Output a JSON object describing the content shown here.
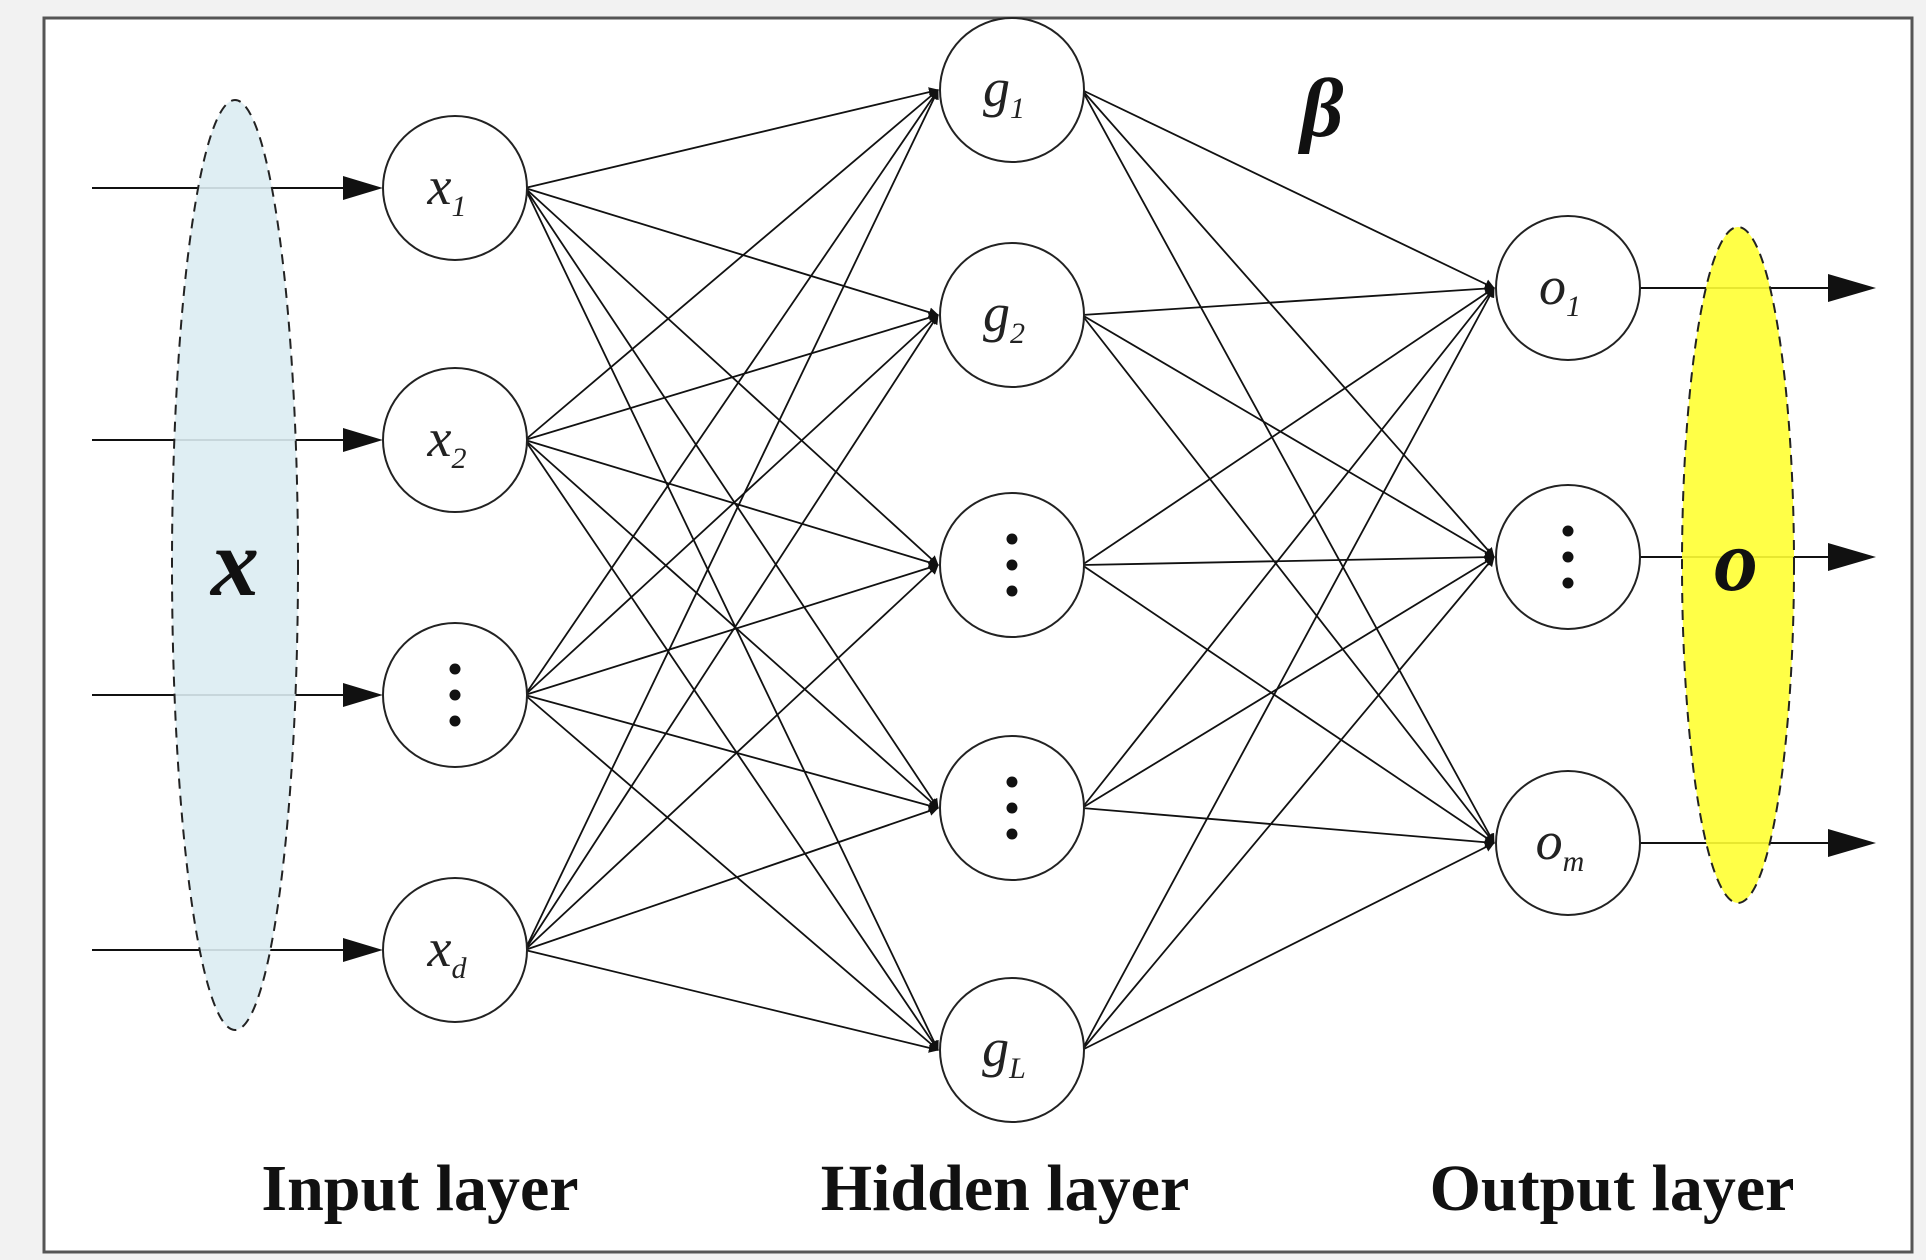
{
  "diagram": {
    "input_vector_label": "x",
    "output_vector_label": "o",
    "weights_label": "β",
    "layer_labels": {
      "input": "Input layer",
      "hidden": "Hidden layer",
      "output": "Output layer"
    },
    "input_nodes": [
      {
        "base": "x",
        "sub": "1"
      },
      {
        "base": "x",
        "sub": "2"
      },
      {
        "dots": true
      },
      {
        "base": "x",
        "sub": "d"
      }
    ],
    "hidden_nodes": [
      {
        "base": "g",
        "sub": "1"
      },
      {
        "base": "g",
        "sub": "2"
      },
      {
        "dots": true
      },
      {
        "dots": true
      },
      {
        "base": "g",
        "sub": "L"
      }
    ],
    "output_nodes": [
      {
        "base": "o",
        "sub": "1"
      },
      {
        "dots": true
      },
      {
        "base": "o",
        "sub": "m"
      }
    ],
    "colors": {
      "input_ellipse": "#dcecf2",
      "output_ellipse": "#ffff33",
      "line": "#111111",
      "node_fill": "#ffffff"
    }
  }
}
